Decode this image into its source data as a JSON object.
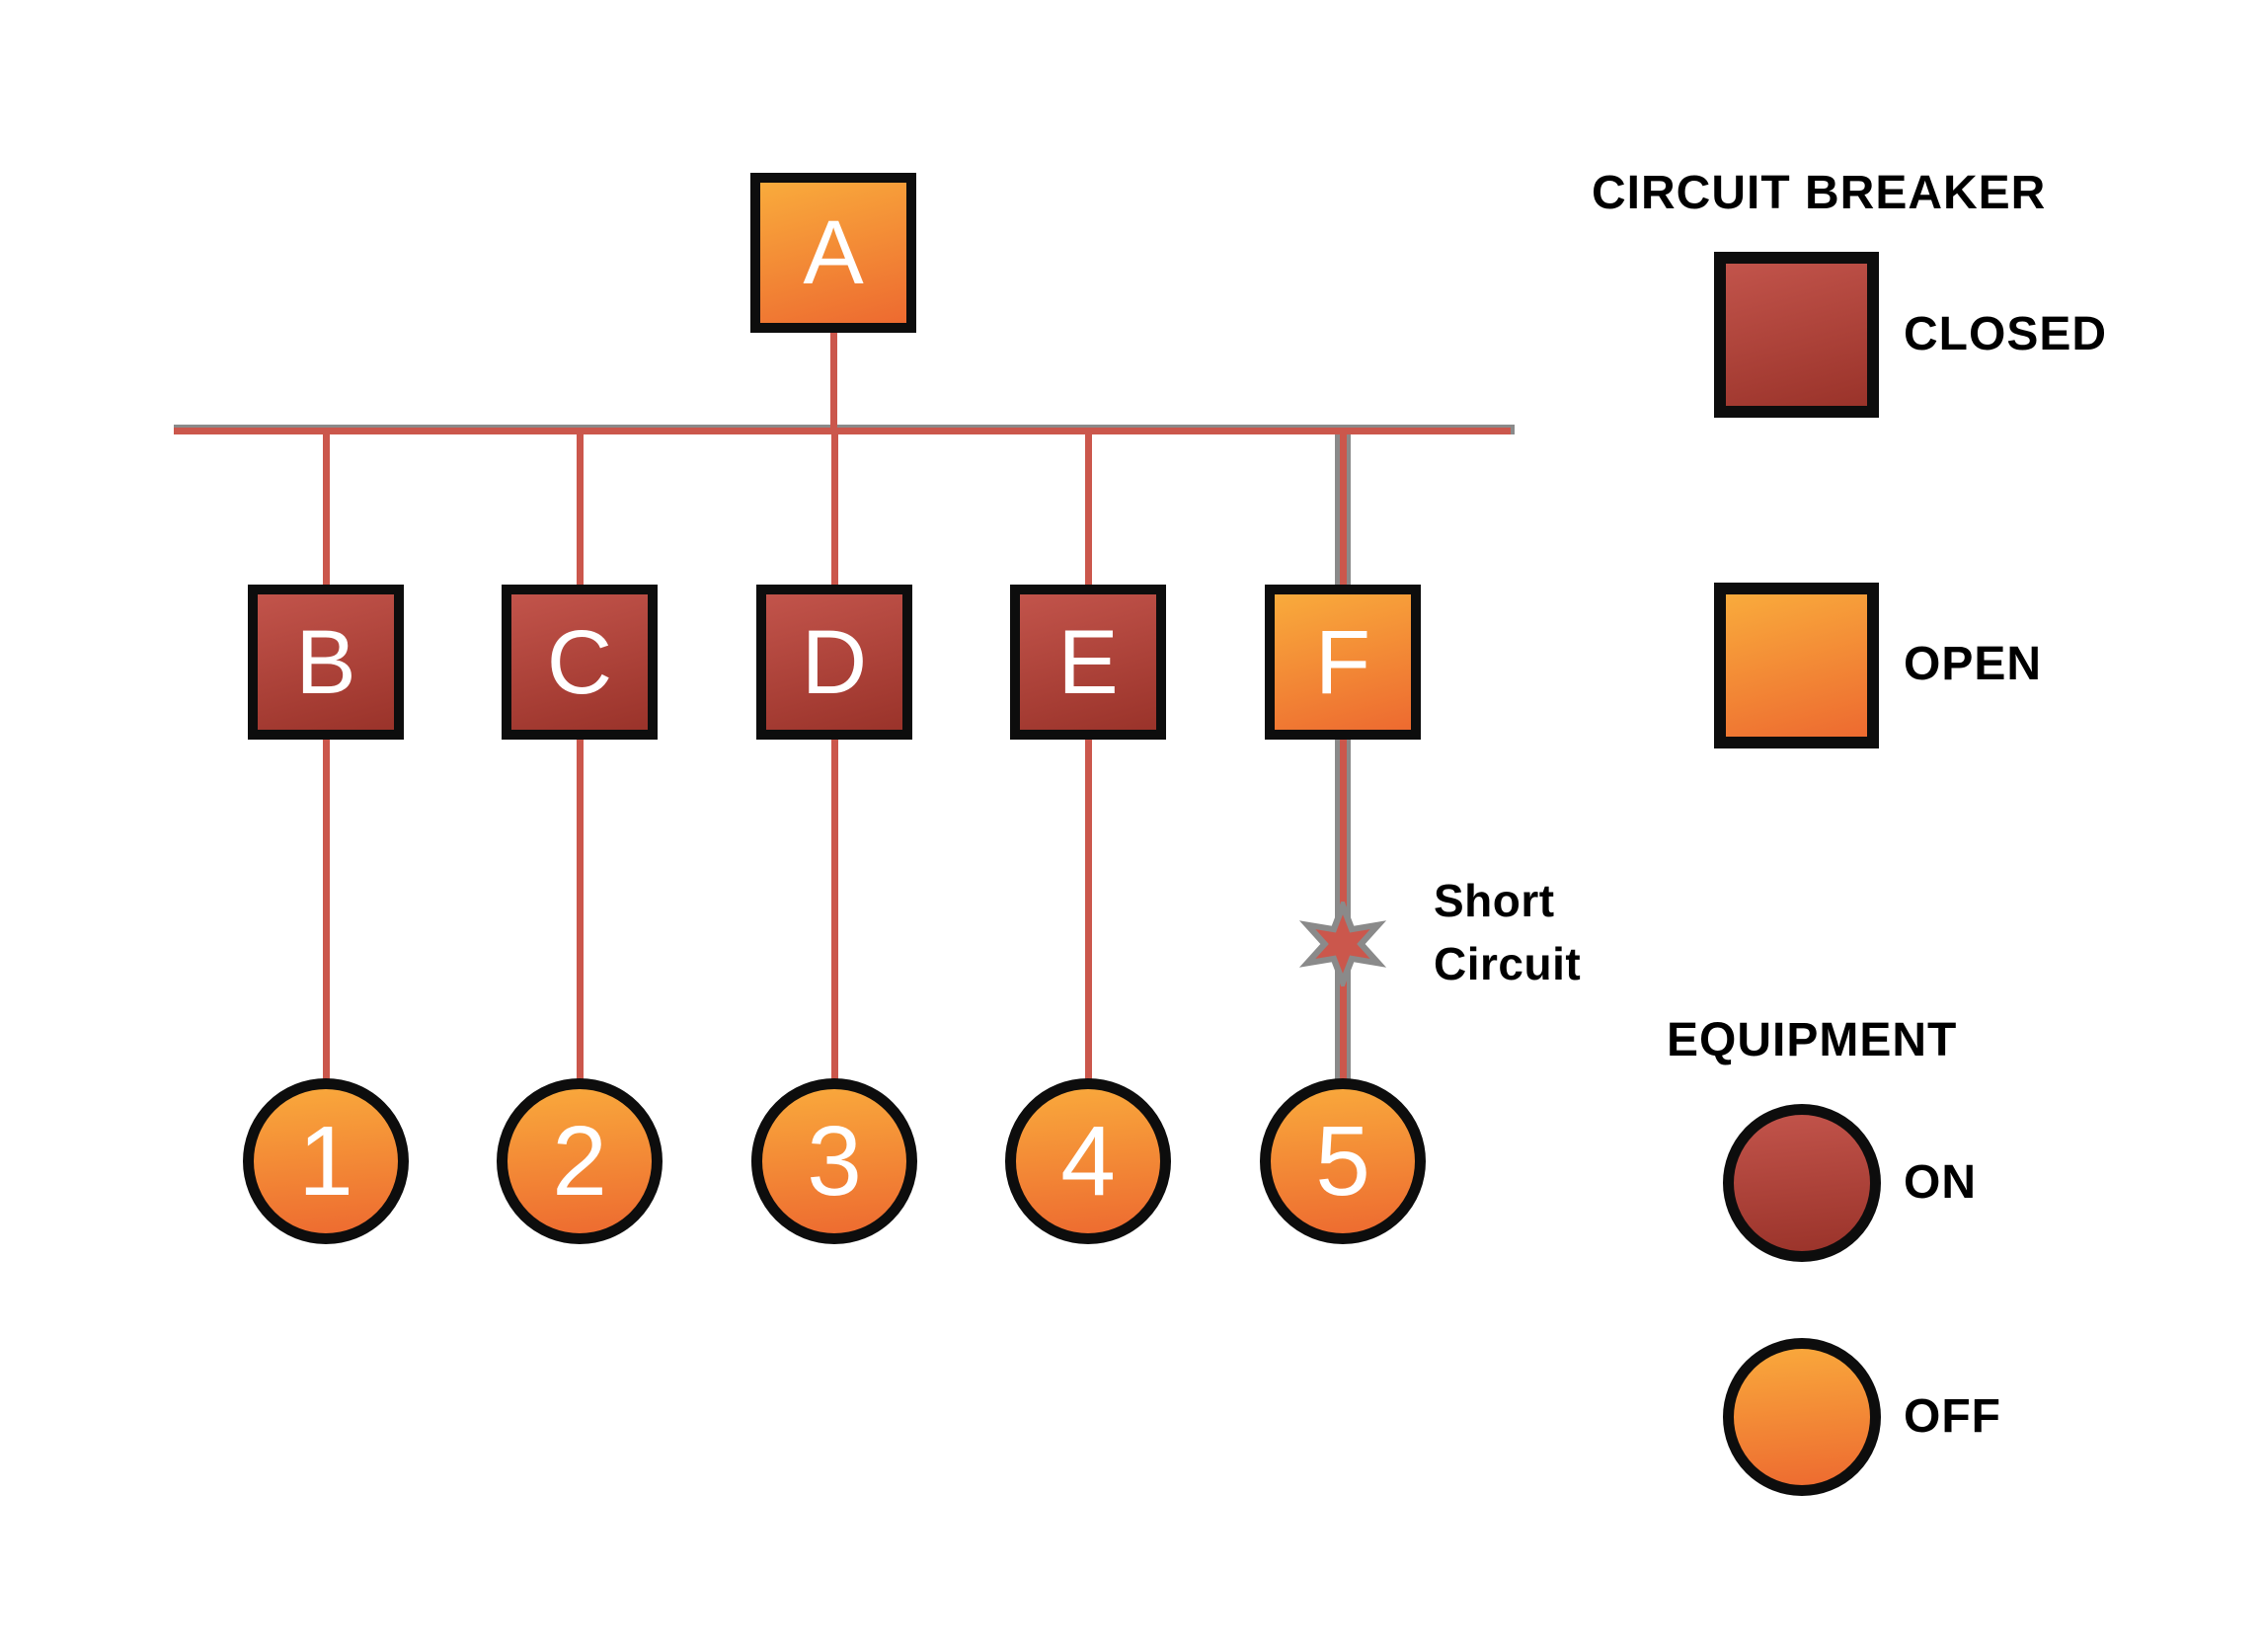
{
  "diagram": {
    "main_breaker": {
      "id": "A",
      "state": "open"
    },
    "branches": [
      {
        "breaker": "B",
        "breaker_state": "closed",
        "equipment": "1",
        "equipment_state": "off",
        "fault": false
      },
      {
        "breaker": "C",
        "breaker_state": "closed",
        "equipment": "2",
        "equipment_state": "off",
        "fault": false
      },
      {
        "breaker": "D",
        "breaker_state": "closed",
        "equipment": "3",
        "equipment_state": "off",
        "fault": false
      },
      {
        "breaker": "E",
        "breaker_state": "closed",
        "equipment": "4",
        "equipment_state": "off",
        "fault": false
      },
      {
        "breaker": "F",
        "breaker_state": "open",
        "equipment": "5",
        "equipment_state": "off",
        "fault": true
      }
    ],
    "fault": {
      "label_line1": "Short",
      "label_line2": "Circuit",
      "marker": "six-pointed-star",
      "location": "between breaker F and equipment 5"
    }
  },
  "legend": {
    "circuit_breaker": {
      "title": "CIRCUIT BREAKER",
      "closed_label": "CLOSED",
      "open_label": "OPEN"
    },
    "equipment": {
      "title": "EQUIPMENT",
      "on_label": "ON",
      "off_label": "OFF"
    }
  },
  "colors": {
    "breaker_closed_top": "#c2544b",
    "breaker_closed_bottom": "#9a332a",
    "breaker_open_top": "#f9ab3c",
    "breaker_open_bottom": "#ed6a30",
    "equipment_on_top": "#c2544b",
    "equipment_on_bottom": "#9a332a",
    "equipment_off_top": "#f9a93c",
    "equipment_off_bottom": "#ed6a30",
    "wire": "#cb574c",
    "fault_path": "#8a8a8a",
    "outline": "#0d0d0d",
    "text": "#000000",
    "label_text": "#ffffff",
    "background": "#ffffff"
  }
}
